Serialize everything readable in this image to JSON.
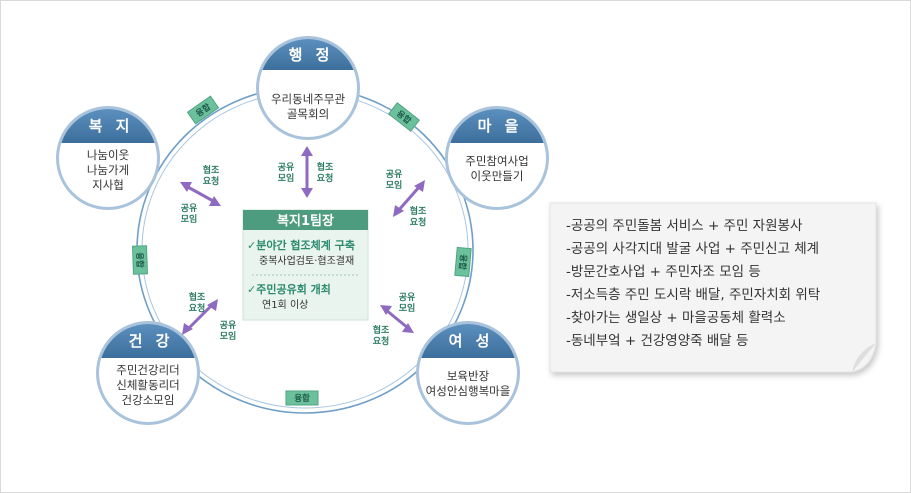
{
  "nodes": {
    "admin": {
      "title": "행 정",
      "lines": [
        "우리동네주무관",
        "골목회의"
      ]
    },
    "welfare": {
      "title": "복 지",
      "lines": [
        "나눔이웃",
        "나눔가게",
        "지사협"
      ]
    },
    "village": {
      "title": "마 을",
      "lines": [
        "주민참여사업",
        "이웃만들기"
      ]
    },
    "health": {
      "title": "건 강",
      "lines": [
        "주민건강리더",
        "신체활동리더",
        "건강소모임"
      ]
    },
    "women": {
      "title": "여 성",
      "lines": [
        "보육반장",
        "여성안심행복마을"
      ]
    }
  },
  "badges": {
    "label": "융합"
  },
  "arrows": {
    "share": [
      "공유",
      "모임"
    ],
    "coop": [
      "협조",
      "요청"
    ]
  },
  "center": {
    "title": "복지1팀장",
    "item1_head": "✓분야간 협조체계 구축",
    "item1_sub": "중복사업검토·협조결재",
    "item2_head": "✓주민공유회 개최",
    "item2_sub": "연1회 이상"
  },
  "note": {
    "lines": [
      "-공공의 주민돌봄 서비스 + 주민 자원봉사",
      "-공공의 사각지대 발굴 사업 + 주민신고 체계",
      "-방문간호사업 + 주민자조 모임 등",
      "-저소득층 주민 도시락 배달, 주민자치회 위탁",
      "-찾아가는 생일상 + 마을공동체 활력소",
      "-동네부엌 + 건강영양죽 배달 등"
    ]
  },
  "colors": {
    "node_blue": "#4a7eac",
    "node_border": "#a9c3dc",
    "ring": "#6f9fc9",
    "badge_green": "#6cc19d",
    "center_green": "#4e9c80",
    "arrow_purple": "#8e6bc0"
  }
}
